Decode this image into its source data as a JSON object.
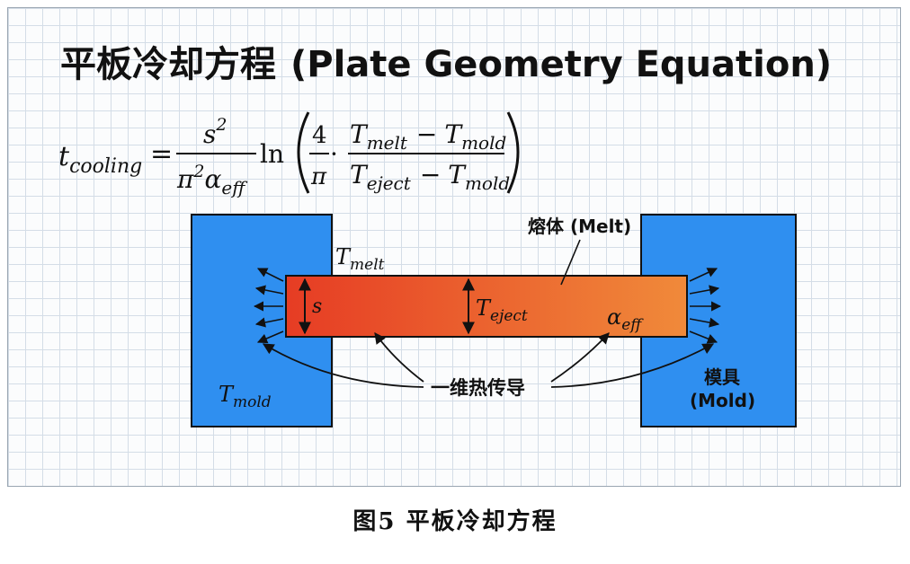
{
  "title": {
    "cn": "平板冷却方程",
    "en": "(Plate Geometry Equation)"
  },
  "equation": {
    "lhs_var": "t",
    "lhs_sub": "cooling",
    "equals": "=",
    "num_var": "s",
    "num_exp": "2",
    "den_pi": "π",
    "den_pi_exp": "2",
    "den_alpha": "α",
    "den_alpha_sub": "eff",
    "ln": "ln",
    "four": "4",
    "pi": "π",
    "dot": "·",
    "T": "T",
    "minus": "−",
    "sub_melt": "melt",
    "sub_mold": "mold",
    "sub_eject": "eject"
  },
  "diagram": {
    "melt_label": "熔体 (Melt)",
    "mold_label_cn": "模具",
    "mold_label_en": "(Mold)",
    "conduction_label": "一维热传导",
    "thickness_symbol": "s",
    "T_melt": {
      "base": "T",
      "sub": "melt"
    },
    "T_eject": {
      "base": "T",
      "sub": "eject"
    },
    "T_mold": {
      "base": "T",
      "sub": "mold"
    },
    "alpha_eff": {
      "base": "α",
      "sub": "eff"
    }
  },
  "colors": {
    "mold_blue": "#2f8ff0",
    "melt_left": "#e63c24",
    "melt_right": "#f08a3a",
    "outline": "#111111"
  },
  "caption": "图5 平板冷却方程"
}
